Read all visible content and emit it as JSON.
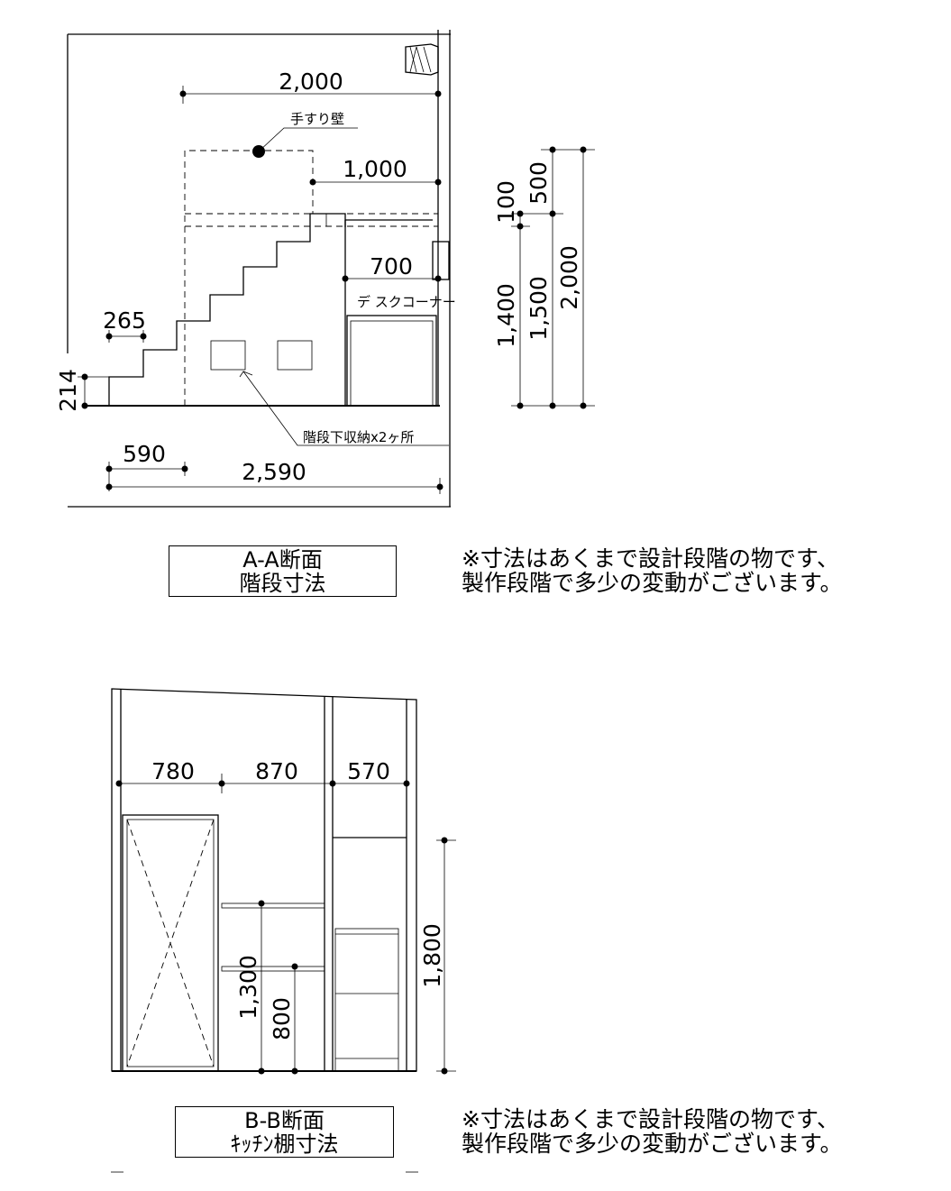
{
  "section_a": {
    "dims": {
      "d2000_top": "2,000",
      "d1000": "1,000",
      "d700": "700",
      "d265": "265",
      "d214": "214",
      "d590": "590",
      "d2590": "2,590",
      "d500": "500",
      "d100": "100",
      "d1400": "1,400",
      "d1500": "1,500",
      "d2000_right": "2,000"
    },
    "labels": {
      "handrail_wall": "手すり壁",
      "desk_corner": "デ スクコーナー",
      "under_stair_storage": "階段下収納x2ヶ所"
    },
    "title_line1": "A-A断面",
    "title_line2": "階段寸法",
    "note_line1": "※寸法はあくまで設計段階の物です、",
    "note_line2": "製作段階で多少の変動がございます。"
  },
  "section_b": {
    "dims": {
      "d780": "780",
      "d870": "870",
      "d570": "570",
      "d1800": "1,800",
      "d1300": "1,300",
      "d800": "800"
    },
    "title_line1": "B-B断面",
    "title_line2": "ｷｯﾁﾝ棚寸法",
    "note_line1": "※寸法はあくまで設計段階の物です、",
    "note_line2": "製作段階で多少の変動がございます。"
  }
}
